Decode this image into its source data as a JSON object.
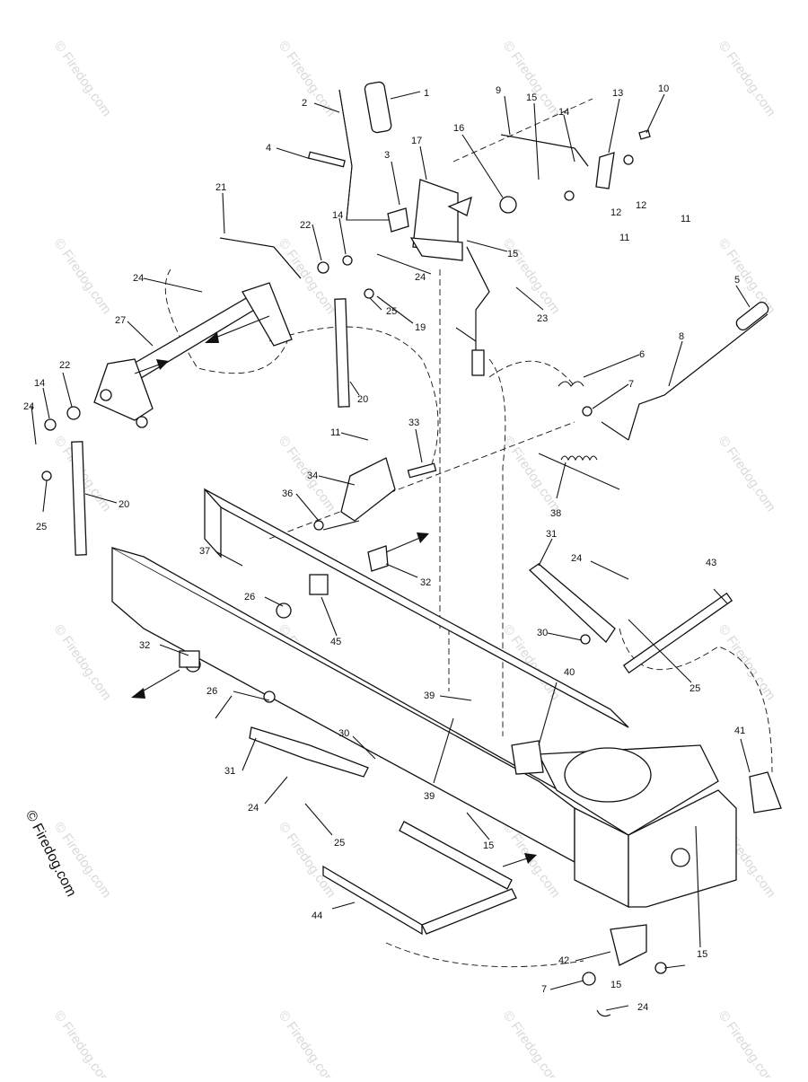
{
  "diagram": {
    "copyright": "© Firedog.com",
    "watermark": "© Firedog.com",
    "callouts": [
      "1",
      "2",
      "3",
      "4",
      "5",
      "6",
      "7",
      "7",
      "8",
      "9",
      "10",
      "11",
      "11",
      "11",
      "12",
      "12",
      "13",
      "14",
      "14",
      "14",
      "15",
      "15",
      "15",
      "15",
      "15",
      "16",
      "17",
      "19",
      "20",
      "20",
      "21",
      "22",
      "22",
      "23",
      "24",
      "24",
      "24",
      "24",
      "24",
      "24",
      "25",
      "25",
      "25",
      "25",
      "26",
      "26",
      "27",
      "30",
      "30",
      "31",
      "31",
      "32",
      "32",
      "33",
      "34",
      "36",
      "37",
      "38",
      "39",
      "39",
      "40",
      "41",
      "42",
      "43",
      "44",
      "45"
    ]
  }
}
